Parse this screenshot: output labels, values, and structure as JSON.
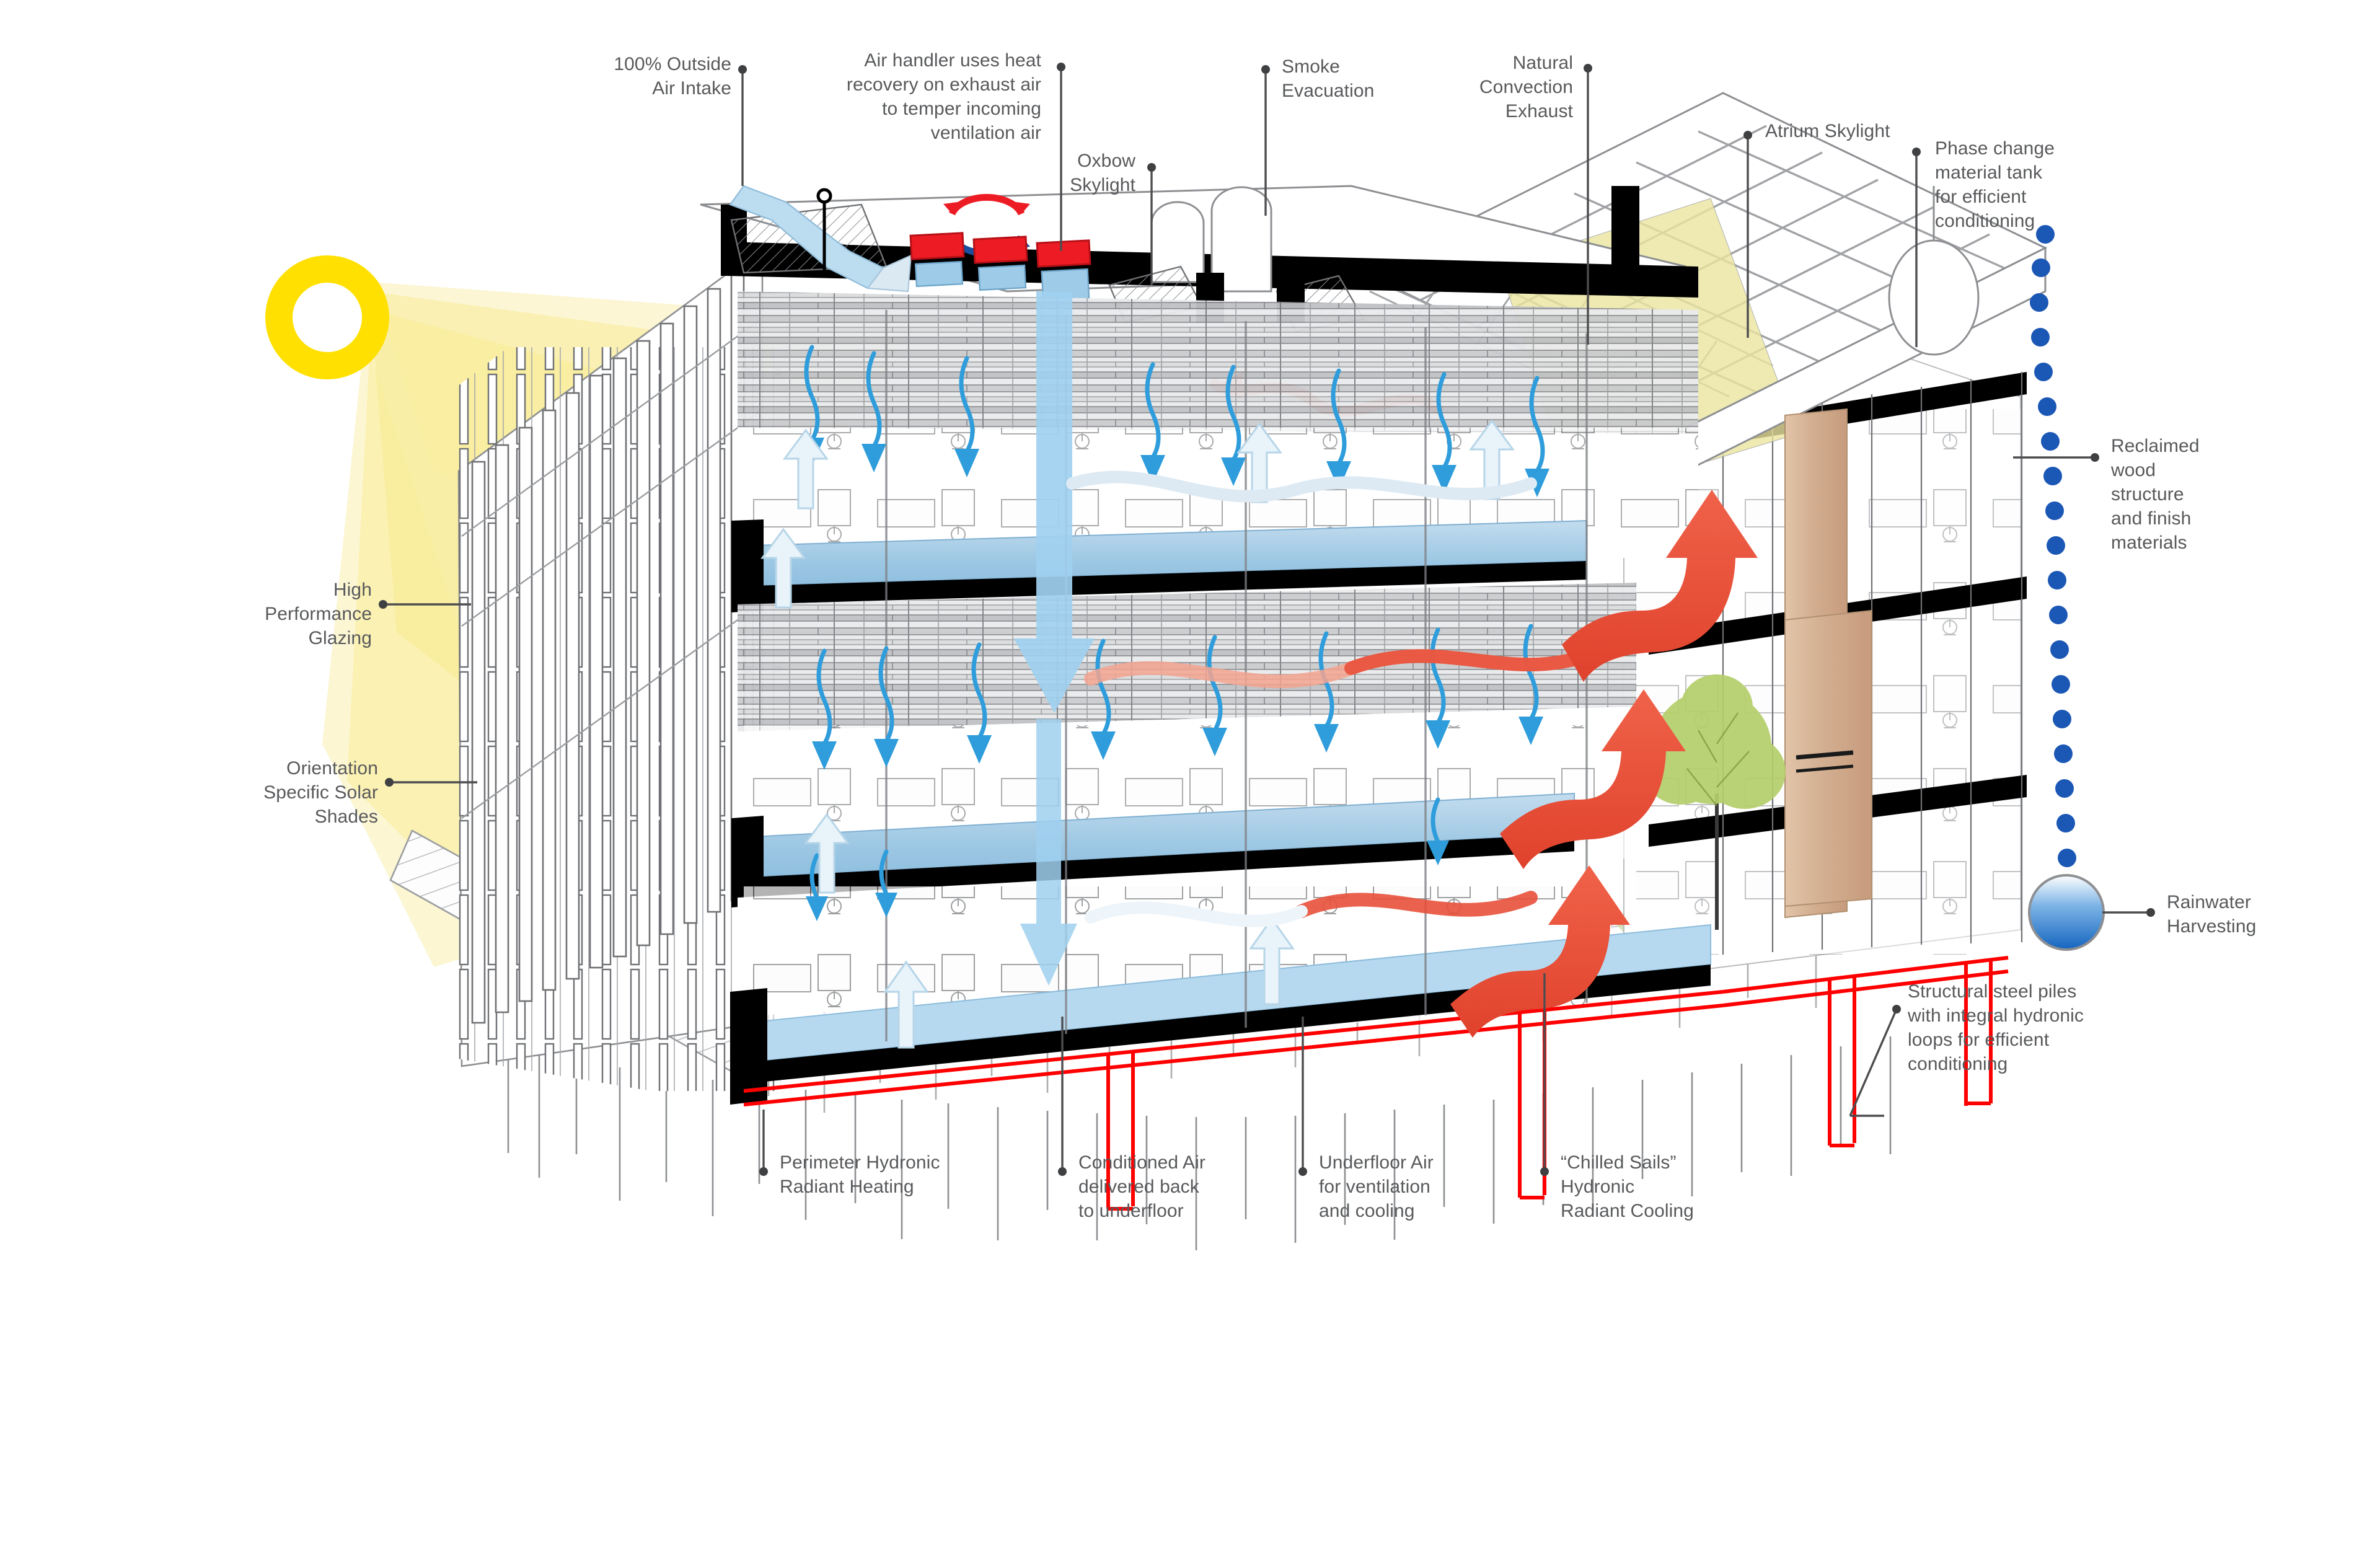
{
  "diagram": {
    "type": "architectural-section-perspective",
    "subject": "Sustainable high-performance office building environmental systems cutaway",
    "background_color": "#ffffff"
  },
  "palette": {
    "label_text": "#58595b",
    "leader_line": "#4d4d4f",
    "sun_yellow": "#ffe000",
    "sunbeam": "#f7e98e",
    "daylight_wedge": "#ebe5a0",
    "cool_air_blue": "#49a5dd",
    "chilled_sail_blue": "#a8cde4",
    "supply_duct_blue": "#b9dcf0",
    "warm_air_red": "#e8503a",
    "hot_red": "#ed1c24",
    "hydronic_red": "#ff0000",
    "rainwater_blue": "#1b57b5",
    "wood_tan": "#d8b79a",
    "foliage_green": "#b5cf6b",
    "lawn_green": "#c8dba8",
    "structure_gray": "#9c9ea1",
    "slab_black": "#000000"
  },
  "labels": {
    "outside_air_intake": "100% Outside\nAir Intake",
    "air_handler": "Air handler uses heat\nrecovery on exhaust air\nto temper incoming\nventilation air",
    "smoke_evacuation": "Smoke\nEvacuation",
    "oxbow_skylight": "Oxbow\nSkylight",
    "natural_convection_exhaust": "Natural\nConvection\nExhaust",
    "atrium_skylight": "Atrium Skylight",
    "phase_change_tank": "Phase change\nmaterial tank\nfor efficient\nconditioning",
    "reclaimed_wood": "Reclaimed\nwood\nstructure\nand finish\nmaterials",
    "rainwater_harvesting": "Rainwater\nHarvesting",
    "structural_steel_piles": "Structural steel piles\nwith integral hydronic\nloops for efficient\nconditioning",
    "high_performance_glazing": "High\nPerformance\nGlazing",
    "orientation_solar_shades": "Orientation\nSpecific Solar\nShades",
    "perimeter_radiant_heating": "Perimeter Hydronic\nRadiant Heating",
    "conditioned_air_underfloor": "Conditioned Air\ndelivered back\nto underfloor",
    "underfloor_air": "Underfloor Air\nfor ventilation\nand cooling",
    "chilled_sails": "“Chilled Sails”\nHydronic\nRadiant Cooling"
  },
  "icons": {
    "sun": "sun-ring-icon",
    "heat_recovery": "heat-recovery-circular-arrows-icon",
    "rainwater_cistern": "rainwater-cistern-sphere-icon",
    "tree": "atrium-tree-icon"
  }
}
